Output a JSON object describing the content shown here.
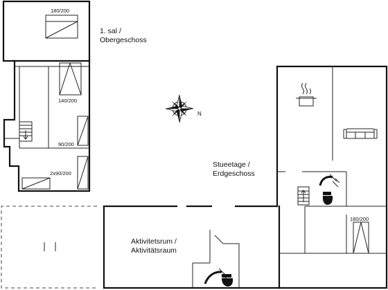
{
  "floors": {
    "upper": {
      "line1": "1. sal /",
      "line2": "Obergeschoss"
    },
    "ground": {
      "line1": "Stueetage /",
      "line2": "Erdgeschoss"
    }
  },
  "rooms": {
    "activity": {
      "line1": "Aktivitetsrum /",
      "line2": "Aktivitätsraum"
    }
  },
  "beds": {
    "b1": "180/200",
    "b2": "140/200",
    "b3": "90/200",
    "b4": "2x90/200",
    "b5": "180/200"
  },
  "compass": {
    "north": "N"
  },
  "icons": [
    "compass-rose-icon",
    "cooking-pot-icon",
    "sofa-icon",
    "shower-icon",
    "toilet-icon",
    "stairs-icon"
  ]
}
